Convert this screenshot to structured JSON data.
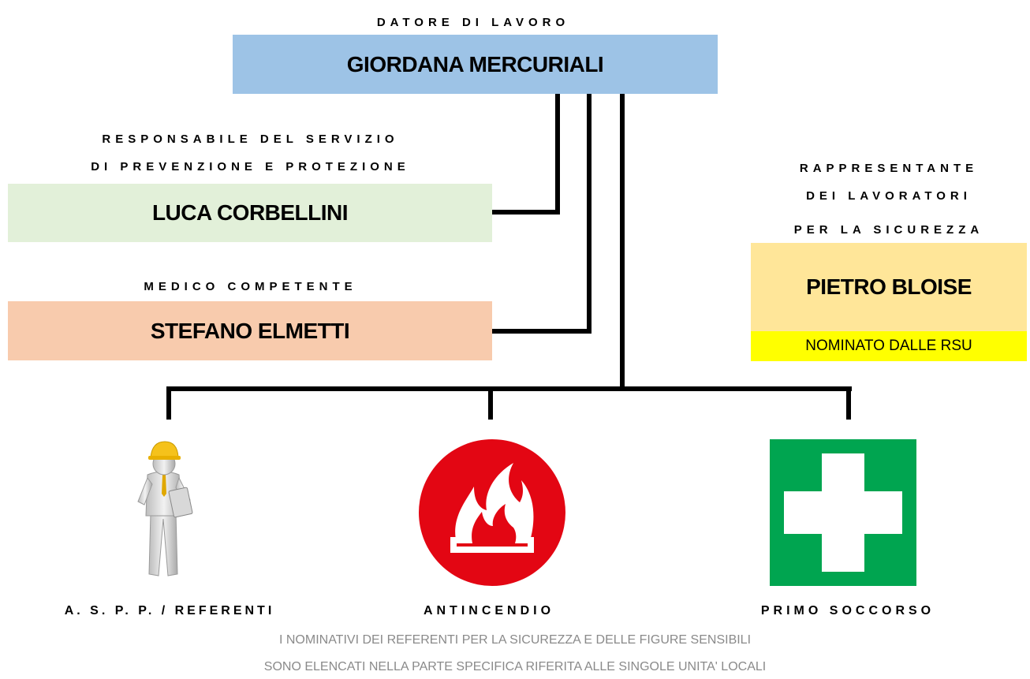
{
  "employer": {
    "title": "DATORE DI LAVORO",
    "name": "GIORDANA MERCURIALI",
    "color": "#9DC3E6"
  },
  "rspp": {
    "title_line1": "RESPONSABILE DEL SERVIZIO",
    "title_line2": "DI PREVENZIONE E PROTEZIONE",
    "name": "LUCA CORBELLINI",
    "color": "#E2F0D9"
  },
  "doctor": {
    "title": "MEDICO COMPETENTE",
    "name": "STEFANO ELMETTI",
    "color": "#F8CBAD"
  },
  "rls": {
    "title_line1": "RAPPRESENTANTE",
    "title_line2": "DEI LAVORATORI",
    "title_line3": "PER LA SICUREZZA",
    "name": "PIETRO BLOISE",
    "note": "NOMINATO DALLE RSU",
    "color": "#FFE699",
    "note_color": "#FFFF00"
  },
  "branches": [
    {
      "label": "A. S. P. P. / REFERENTI",
      "icon": "safety-worker-icon"
    },
    {
      "label": "ANTINCENDIO",
      "icon": "fire-icon",
      "color": "#E30613"
    },
    {
      "label": "PRIMO SOCCORSO",
      "icon": "first-aid-cross-icon",
      "color": "#00A550"
    }
  ],
  "footer": {
    "line1": "I NOMINATIVI DEI REFERENTI PER LA SICUREZZA E DELLE FIGURE SENSIBILI",
    "line2": "SONO ELENCATI NELLA PARTE SPECIFICA RIFERITA ALLE SINGOLE UNITA' LOCALI"
  }
}
